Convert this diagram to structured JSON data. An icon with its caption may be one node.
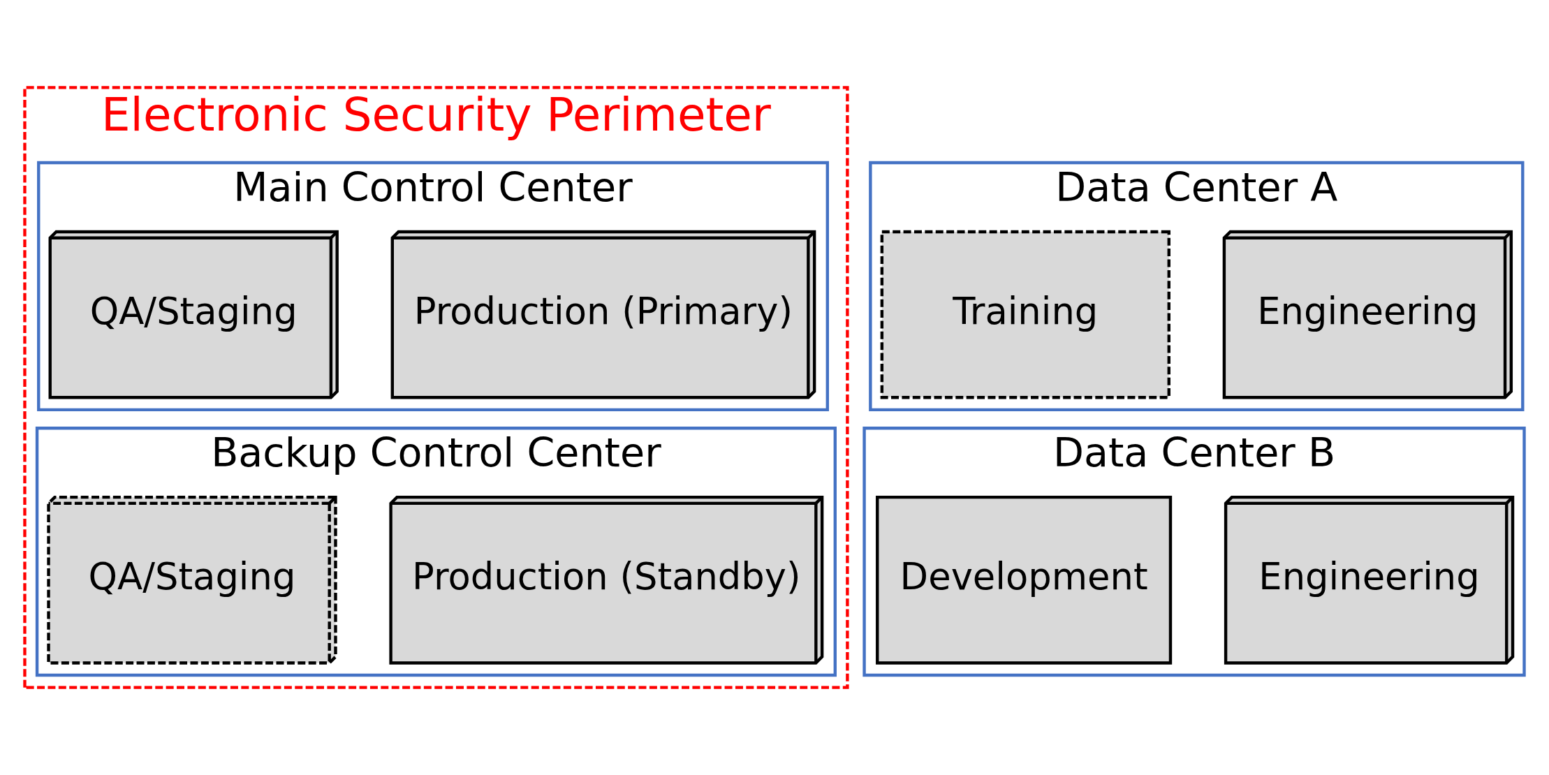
{
  "diagram": {
    "nodes": [
      {
        "text": [
          "Electronic Security Perimeter"
        ]
      },
      {
        "text": [
          "Main Control Center"
        ],
        "in": 0
      },
      {
        "text": [
          "Production (Primary)"
        ],
        "in": 1
      },
      {
        "text": [
          "QA/Staging"
        ],
        "in": 1
      },
      {
        "text": [
          "Backup Control Center"
        ],
        "in": 0
      },
      {
        "text": [
          "Production (Standby)"
        ],
        "in": 4
      },
      {
        "text": [
          "QA/Staging"
        ],
        "in": 4
      },
      {
        "text": [
          "Data Center A"
        ]
      },
      {
        "text": [
          "Engineering"
        ],
        "in": 7
      },
      {
        "text": [
          "Training"
        ],
        "in": 7
      },
      {
        "text": [
          "Data Center B"
        ]
      },
      {
        "text": [
          "Engineering"
        ],
        "in": 10
      },
      {
        "text": [
          "Development"
        ],
        "in": 10
      }
    ],
    "edges": []
  }
}
